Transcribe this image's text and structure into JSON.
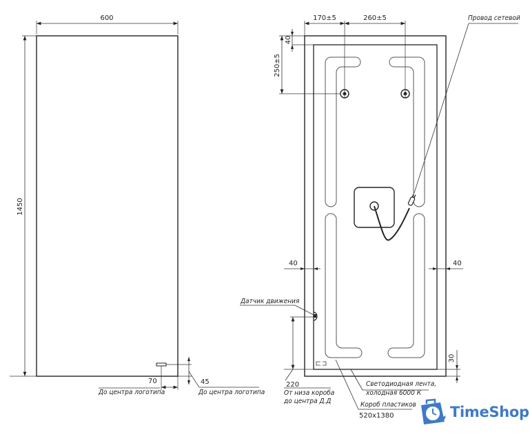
{
  "front_view": {
    "width_dim": "600",
    "height_dim": "1450",
    "logo_offset_x": "70",
    "logo_offset_y": "45",
    "logo_note_left": "До центра логотипа",
    "logo_note_right": "До центра логотипа"
  },
  "back_view": {
    "dim_hole_left": "170±5",
    "dim_hole_spacing": "260±5",
    "dim_top_margin": "40",
    "dim_hole_from_top": "250±5",
    "dim_side_left": "40",
    "dim_side_right": "40",
    "dim_bottom_margin": "30",
    "sensor_height": "220",
    "cable_label": "Провод сетевой",
    "sensor_label": "Датчик движения",
    "sensor_note_1": "От низа короба",
    "sensor_note_2": "до центра Д.Д",
    "led_label_1": "Светодиодная лента,",
    "led_label_2": "холодная 6000 К",
    "box_label": "Короб пластиков",
    "box_size": "520x1380"
  },
  "watermark": {
    "brand": "TimeShop",
    "color": "#3f7ac6"
  }
}
